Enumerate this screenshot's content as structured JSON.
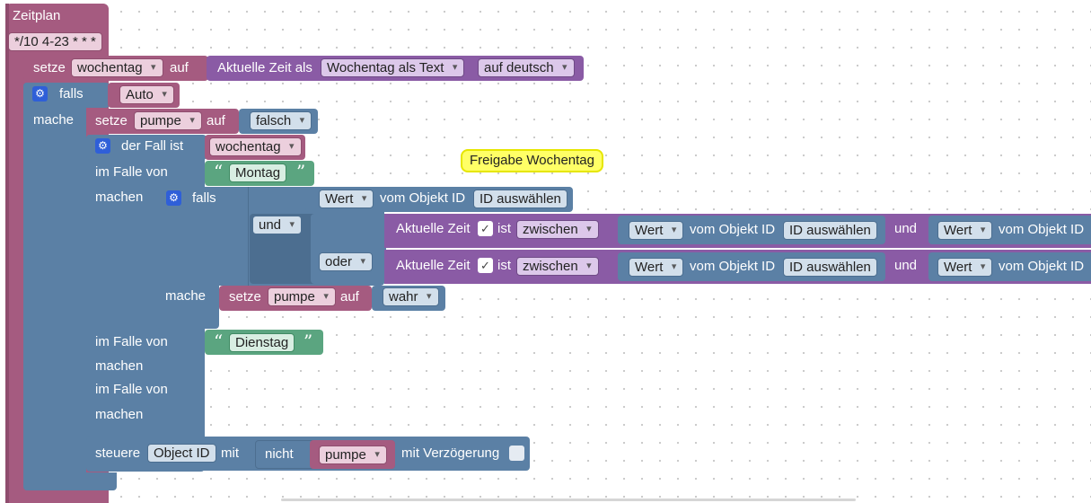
{
  "trigger": {
    "label": "Zeitplan",
    "cron": "*/10 4-23 * * *"
  },
  "set_weekday": {
    "keyword_set": "setze",
    "variable": "wochentag",
    "keyword_to": "auf",
    "time_label": "Aktuelle Zeit als",
    "format": "Wochentag als Text",
    "language": "auf deutsch"
  },
  "if_auto": {
    "keyword_if": "falls",
    "variable": "Auto",
    "keyword_do": "mache"
  },
  "set_pump_false": {
    "keyword_set": "setze",
    "variable": "pumpe",
    "keyword_to": "auf",
    "value": "falsch"
  },
  "switch": {
    "label": "der Fall ist",
    "variable": "wochentag"
  },
  "case1": {
    "label": "im Falle von",
    "value": "Montag",
    "do_label": "machen"
  },
  "comment": "Freigabe Wochentag",
  "inner_if": {
    "keyword_if": "falls",
    "keyword_and": "und",
    "keyword_or": "oder",
    "keyword_do": "mache",
    "state": {
      "mode": "Wert",
      "label": "vom Objekt ID",
      "id": "ID auswählen"
    },
    "row1": {
      "label": "Aktuelle Zeit",
      "check": "✓",
      "is": "ist",
      "op": "zwischen",
      "val1_mode": "Wert",
      "val1_label": "vom Objekt ID",
      "val1_id": "ID auswählen",
      "and": "und",
      "val2_mode": "Wert",
      "val2_label": "vom Objekt ID"
    },
    "row2": {
      "label": "Aktuelle Zeit",
      "check": "✓",
      "is": "ist",
      "op": "zwischen",
      "val1_mode": "Wert",
      "val1_label": "vom Objekt ID",
      "val1_id": "ID auswählen",
      "and": "und",
      "val2_mode": "Wert",
      "val2_label": "vom Objekt ID"
    },
    "set_true": {
      "keyword_set": "setze",
      "variable": "pumpe",
      "keyword_to": "auf",
      "value": "wahr"
    }
  },
  "case2": {
    "label": "im Falle von",
    "value": "Dienstag",
    "do_label": "machen"
  },
  "case3": {
    "label": "im Falle von",
    "do_label": "machen"
  },
  "control": {
    "label": "steuere",
    "object": "Object ID",
    "with": "mit",
    "not": "nicht",
    "variable": "pumpe",
    "delay": "mit Verzögerung"
  },
  "colors": {
    "event": "#a55b80",
    "logic": "#5b80a5",
    "time": "#8a5ba5",
    "text": "#5ba580",
    "comment": "#ffff66"
  }
}
